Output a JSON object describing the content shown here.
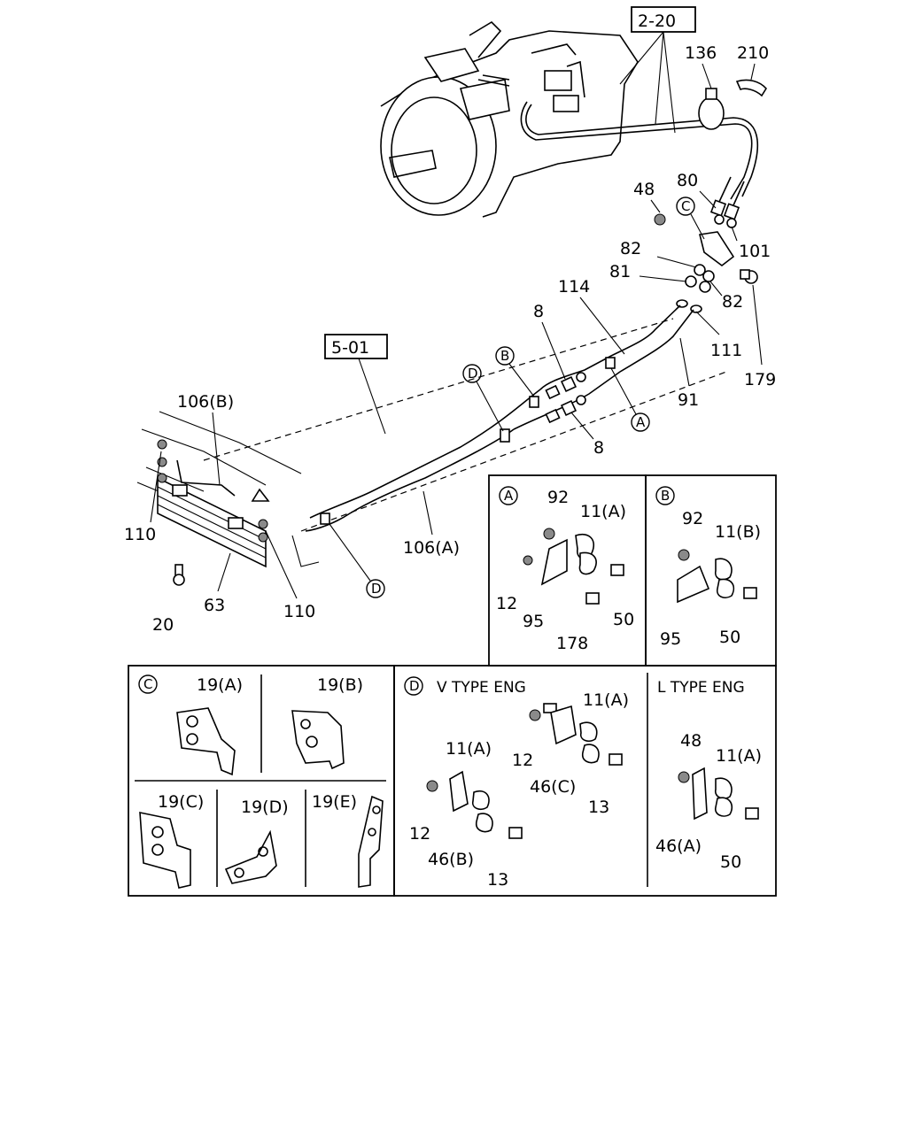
{
  "references": {
    "ref_a": "2-20",
    "ref_b": "5-01"
  },
  "callouts": {
    "n136": "136",
    "n210": "210",
    "n48": "48",
    "n80": "80",
    "n101": "101",
    "n82a": "82",
    "n81": "81",
    "n82b": "82",
    "n179": "179",
    "n114": "114",
    "n111": "111",
    "n91": "91",
    "n8a": "8",
    "n8b": "8",
    "n106b": "106(B)",
    "n106a": "106(A)",
    "n110a": "110",
    "n110b": "110",
    "n63": "63",
    "n20": "20"
  },
  "circled_letters": {
    "c_top": "C",
    "b_top": "B",
    "d_top": "D",
    "a_top": "A",
    "d_bottom": "D"
  },
  "panel_a": {
    "letter": "A",
    "n92": "92",
    "n11": "11(A)",
    "n12": "12",
    "n95": "95",
    "n178": "178",
    "n50": "50"
  },
  "panel_b": {
    "letter": "B",
    "n92": "92",
    "n11": "11(B)",
    "n95": "95",
    "n50": "50"
  },
  "panel_c": {
    "letter": "C",
    "n19a": "19(A)",
    "n19b": "19(B)",
    "n19c": "19(C)",
    "n19d": "19(D)",
    "n19e": "19(E)"
  },
  "panel_d": {
    "letter": "D",
    "title_v": "V TYPE ENG",
    "title_l": "L TYPE ENG",
    "v_n12a": "12",
    "v_n11a": "11(A)",
    "v_n46c": "46(C)",
    "v_n13a": "13",
    "v_n11b": "11(A)",
    "v_n12b": "12",
    "v_n46b": "46(B)",
    "v_n13b": "13",
    "l_n48": "48",
    "l_n11": "11(A)",
    "l_n46a": "46(A)",
    "l_n50": "50"
  }
}
